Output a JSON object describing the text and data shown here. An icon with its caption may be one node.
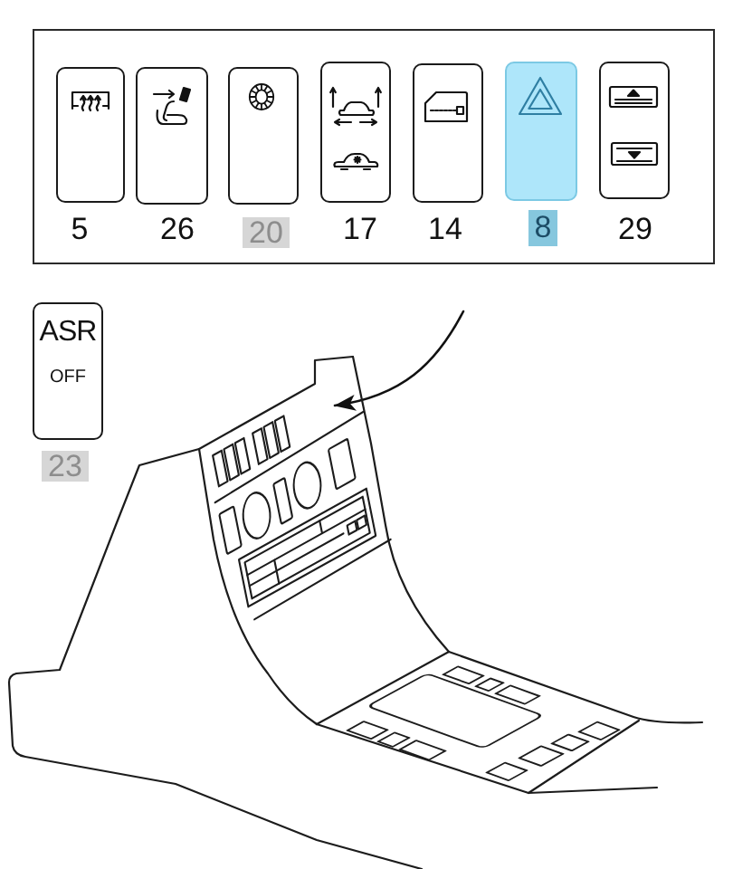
{
  "diagram": {
    "nodes": [
      {
        "text": [],
        "shape": "box"
      },
      {
        "text": [],
        "shape": "box",
        "in": 0,
        "beside": [
          "5"
        ]
      },
      {
        "text": [],
        "shape": "box",
        "in": 0,
        "beside": [
          "26"
        ]
      },
      {
        "text": [],
        "shape": "box",
        "in": 0,
        "beside": [
          "20"
        ]
      },
      {
        "text": [],
        "shape": "box",
        "in": 0,
        "beside": [
          "17"
        ]
      },
      {
        "text": [],
        "shape": "box",
        "in": 0,
        "beside": [
          "14"
        ]
      },
      {
        "text": [],
        "shape": "box",
        "in": 0,
        "beside": [
          "8"
        ]
      },
      {
        "text": [],
        "shape": "box",
        "in": 0,
        "beside": [
          "29"
        ]
      },
      {
        "text": [
          "ASR",
          "OFF"
        ],
        "beside": [
          "23"
        ]
      },
      {
        "text": [],
        "shape": "picture"
      }
    ],
    "edges": [
      {
        "from": null,
        "to": 9,
        "arrow": "to"
      }
    ]
  }
}
